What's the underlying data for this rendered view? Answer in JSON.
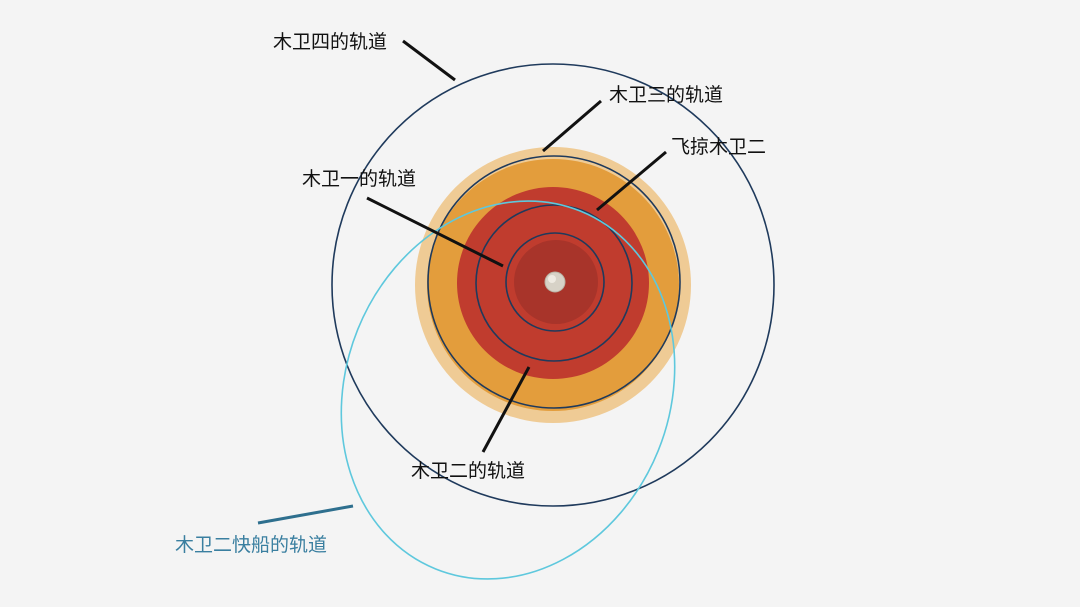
{
  "labels": {
    "callisto_orbit": "木卫四的轨道",
    "ganymede_orbit": "木卫三的轨道",
    "flyby_europa": "飞掠木卫二",
    "io_orbit": "木卫一的轨道",
    "europa_orbit": "木卫二的轨道",
    "clipper_orbit": "木卫二快船的轨道"
  },
  "colors": {
    "background": "#f4f4f4",
    "orbit_dark": "#1f3a5c",
    "clipper_orbit": "#5ec8dd",
    "clipper_label": "#3a7fa0",
    "clipper_pointer": "#2e6f8e",
    "radiation_outer": "#efcb95",
    "radiation_orange": "#e39d3c",
    "radiation_red": "#c03c2e",
    "radiation_inner": "#a8342a",
    "jupiter": "#d7d2c7",
    "label_text": "#111111"
  }
}
